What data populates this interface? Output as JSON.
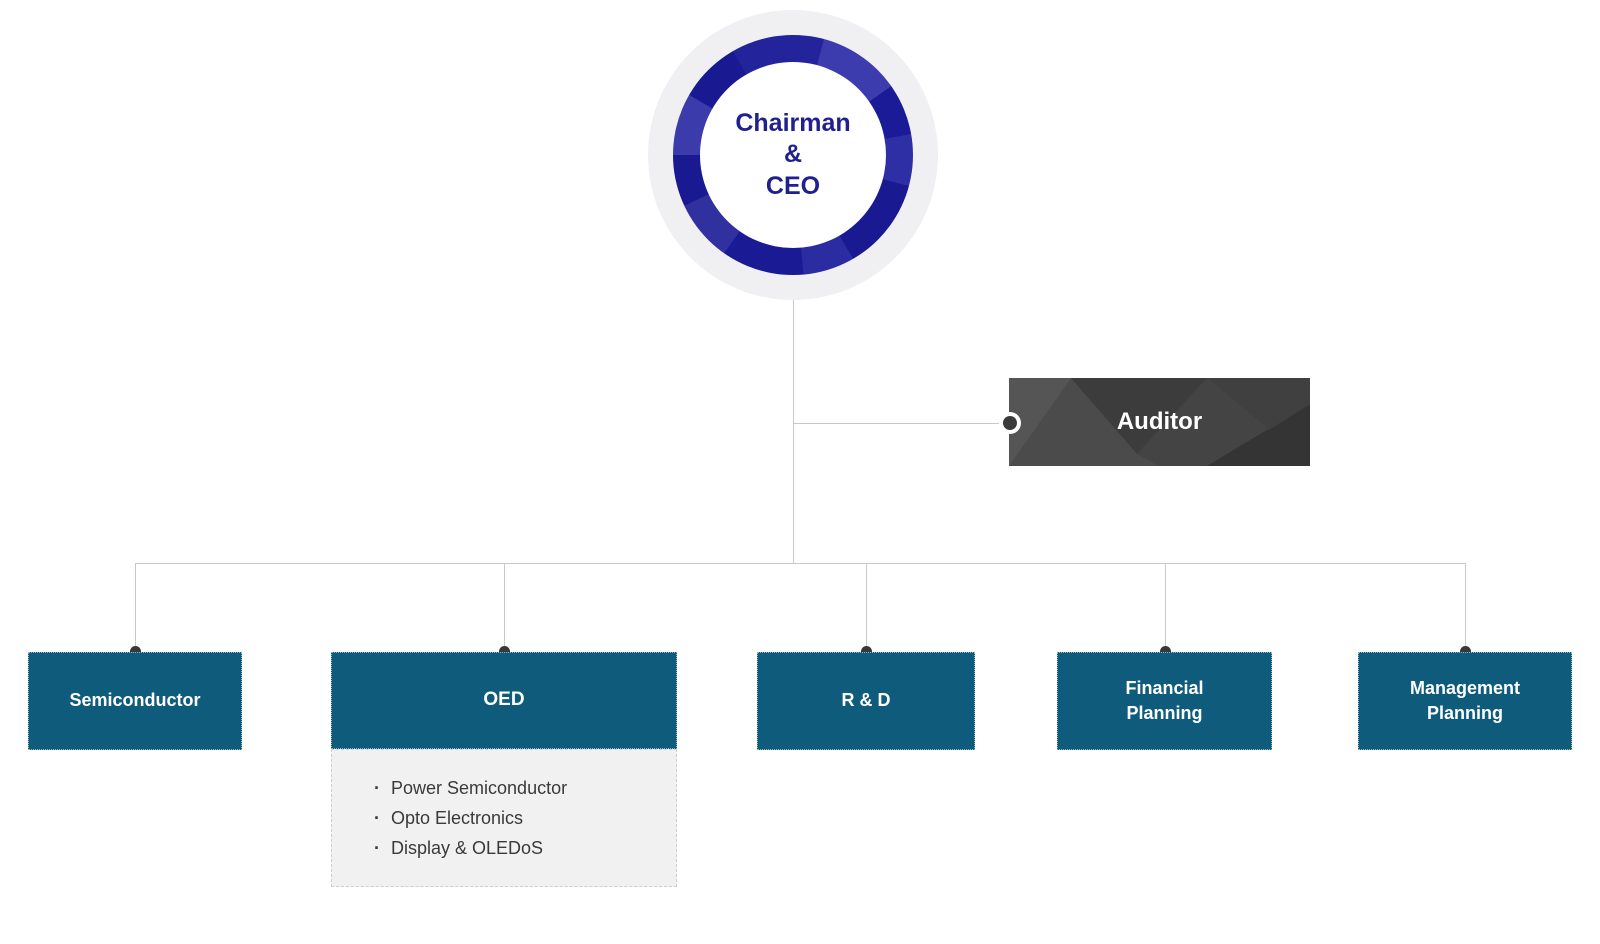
{
  "chairman": {
    "label": "Chairman\n&\nCEO"
  },
  "auditor": {
    "label": "Auditor"
  },
  "departments": [
    {
      "label": "Semiconductor"
    },
    {
      "label": "OED",
      "sub_items": [
        "Power Semiconductor",
        "Opto Electronics",
        "Display & OLEDoS"
      ]
    },
    {
      "label": "R & D"
    },
    {
      "label": "Financial\nPlanning"
    },
    {
      "label": "Management\nPlanning"
    }
  ],
  "bullet_char": "·",
  "colors": {
    "department_teal": "#0e5b7c",
    "ring_navy": "#1b1b97",
    "chairman_text_navy": "#20208f",
    "auditor_dark_gray": "#474747",
    "sub_panel_gray": "#f1f1f1",
    "connector_line_gray": "#c9c9c9",
    "connector_dot_gray": "#383838"
  }
}
